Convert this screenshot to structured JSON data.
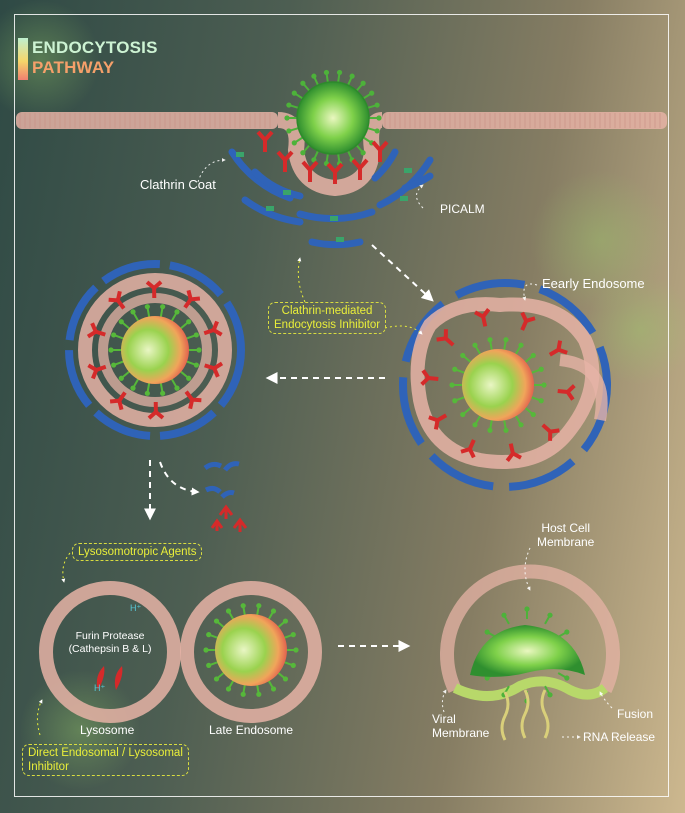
{
  "title": {
    "line1": "ENDOCYTOSIS",
    "line2": "PATHWAY"
  },
  "labels": {
    "clathrin_coat": "Clathrin Coat",
    "picalm": "PICALM",
    "early_endosome": "Eearly Endosome",
    "host_cell_membrane_1": "Host Cell",
    "host_cell_membrane_2": "Membrane",
    "furin_protease_1": "Furin Protease",
    "furin_protease_2": "(Cathepsin B & L)",
    "h_plus": "H⁺",
    "lysosome": "Lysosome",
    "late_endosome": "Late Endosome",
    "viral_membrane_1": "Viral",
    "viral_membrane_2": "Membrane",
    "fusion": "Fusion",
    "rna_release": "RNA Release"
  },
  "inhibitors": {
    "clathrin_1": "Clathrin-mediated",
    "clathrin_2": "Endocytosis Inhibitor",
    "lysosomotropic": "Lysosomotropic Agents",
    "direct_1": "Direct Endosomal / Lysosomal",
    "direct_2": "Inhibitor"
  },
  "colors": {
    "clathrin": "#2f63b8",
    "membrane": "#e7b6aa",
    "receptor": "#d52a2a",
    "virus": "#5fc23a",
    "inhibitor_text": "#e9ee3a"
  }
}
